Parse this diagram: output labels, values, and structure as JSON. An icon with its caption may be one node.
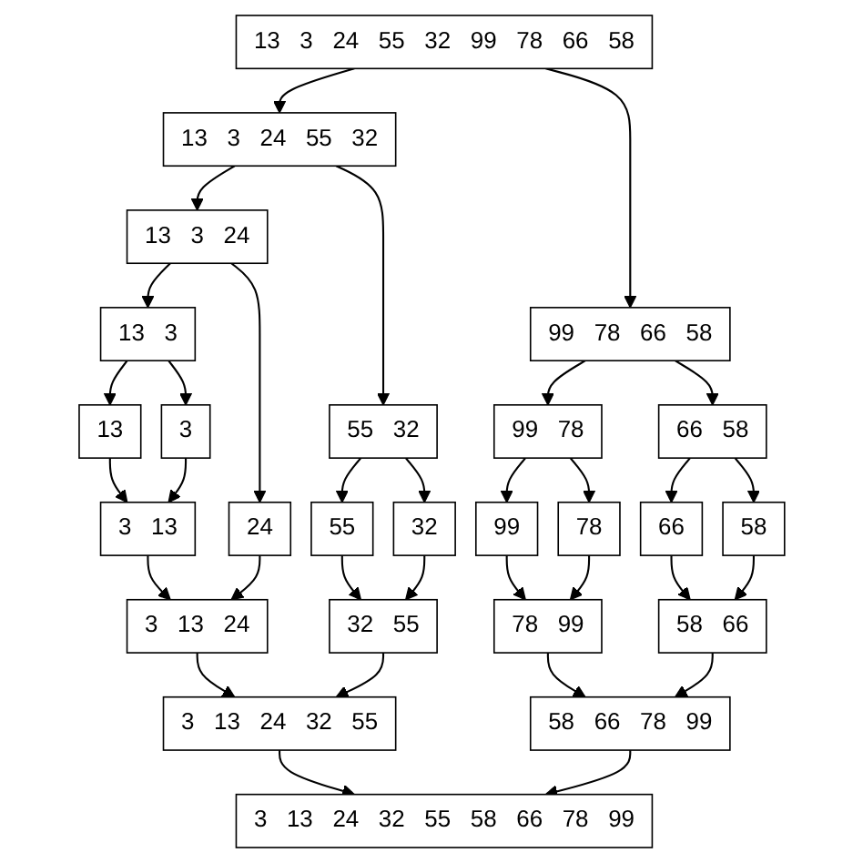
{
  "diagram": {
    "nodes": [
      {
        "text": [
          "13",
          "3",
          "24",
          "55",
          "32",
          "99",
          "78",
          "66",
          "58"
        ]
      },
      {
        "text": [
          "13",
          "3",
          "24",
          "55",
          "32"
        ]
      },
      {
        "text": [
          "99",
          "78",
          "66",
          "58"
        ]
      },
      {
        "text": [
          "13",
          "3",
          "24"
        ]
      },
      {
        "text": [
          "55",
          "32"
        ]
      },
      {
        "text": [
          "99",
          "78"
        ]
      },
      {
        "text": [
          "66",
          "58"
        ]
      },
      {
        "text": [
          "13",
          "3"
        ]
      },
      {
        "text": [
          "13"
        ]
      },
      {
        "text": [
          "3"
        ]
      },
      {
        "text": [
          "24"
        ]
      },
      {
        "text": [
          "55"
        ]
      },
      {
        "text": [
          "32"
        ]
      },
      {
        "text": [
          "99"
        ]
      },
      {
        "text": [
          "78"
        ]
      },
      {
        "text": [
          "66"
        ]
      },
      {
        "text": [
          "58"
        ]
      },
      {
        "text": [
          "3",
          "13"
        ]
      },
      {
        "text": [
          "3",
          "13",
          "24"
        ]
      },
      {
        "text": [
          "32",
          "55"
        ]
      },
      {
        "text": [
          "78",
          "99"
        ]
      },
      {
        "text": [
          "58",
          "66"
        ]
      },
      {
        "text": [
          "3",
          "13",
          "24",
          "32",
          "55"
        ]
      },
      {
        "text": [
          "58",
          "66",
          "78",
          "99"
        ]
      },
      {
        "text": [
          "3",
          "13",
          "24",
          "32",
          "55",
          "58",
          "66",
          "78",
          "99"
        ]
      }
    ],
    "edges": [
      {
        "from": 0,
        "to": 1,
        "arrow": "to"
      },
      {
        "from": 0,
        "to": 2,
        "arrow": "to"
      },
      {
        "from": 1,
        "to": 3,
        "arrow": "to"
      },
      {
        "from": 1,
        "to": 4,
        "arrow": "to"
      },
      {
        "from": 2,
        "to": 5,
        "arrow": "to"
      },
      {
        "from": 2,
        "to": 6,
        "arrow": "to"
      },
      {
        "from": 3,
        "to": 7,
        "arrow": "to"
      },
      {
        "from": 3,
        "to": 10,
        "arrow": "to"
      },
      {
        "from": 4,
        "to": 11,
        "arrow": "to"
      },
      {
        "from": 4,
        "to": 12,
        "arrow": "to"
      },
      {
        "from": 5,
        "to": 13,
        "arrow": "to"
      },
      {
        "from": 5,
        "to": 14,
        "arrow": "to"
      },
      {
        "from": 6,
        "to": 15,
        "arrow": "to"
      },
      {
        "from": 6,
        "to": 16,
        "arrow": "to"
      },
      {
        "from": 7,
        "to": 8,
        "arrow": "to"
      },
      {
        "from": 7,
        "to": 9,
        "arrow": "to"
      },
      {
        "from": 8,
        "to": 17,
        "arrow": "to"
      },
      {
        "from": 9,
        "to": 17,
        "arrow": "to"
      },
      {
        "from": 17,
        "to": 18,
        "arrow": "to"
      },
      {
        "from": 10,
        "to": 18,
        "arrow": "to"
      },
      {
        "from": 11,
        "to": 19,
        "arrow": "to"
      },
      {
        "from": 12,
        "to": 19,
        "arrow": "to"
      },
      {
        "from": 13,
        "to": 20,
        "arrow": "to"
      },
      {
        "from": 14,
        "to": 20,
        "arrow": "to"
      },
      {
        "from": 15,
        "to": 21,
        "arrow": "to"
      },
      {
        "from": 16,
        "to": 21,
        "arrow": "to"
      },
      {
        "from": 18,
        "to": 22,
        "arrow": "to"
      },
      {
        "from": 19,
        "to": 22,
        "arrow": "to"
      },
      {
        "from": 20,
        "to": 23,
        "arrow": "to"
      },
      {
        "from": 21,
        "to": 23,
        "arrow": "to"
      },
      {
        "from": 22,
        "to": 24,
        "arrow": "to"
      },
      {
        "from": 23,
        "to": 24,
        "arrow": "to"
      }
    ]
  }
}
